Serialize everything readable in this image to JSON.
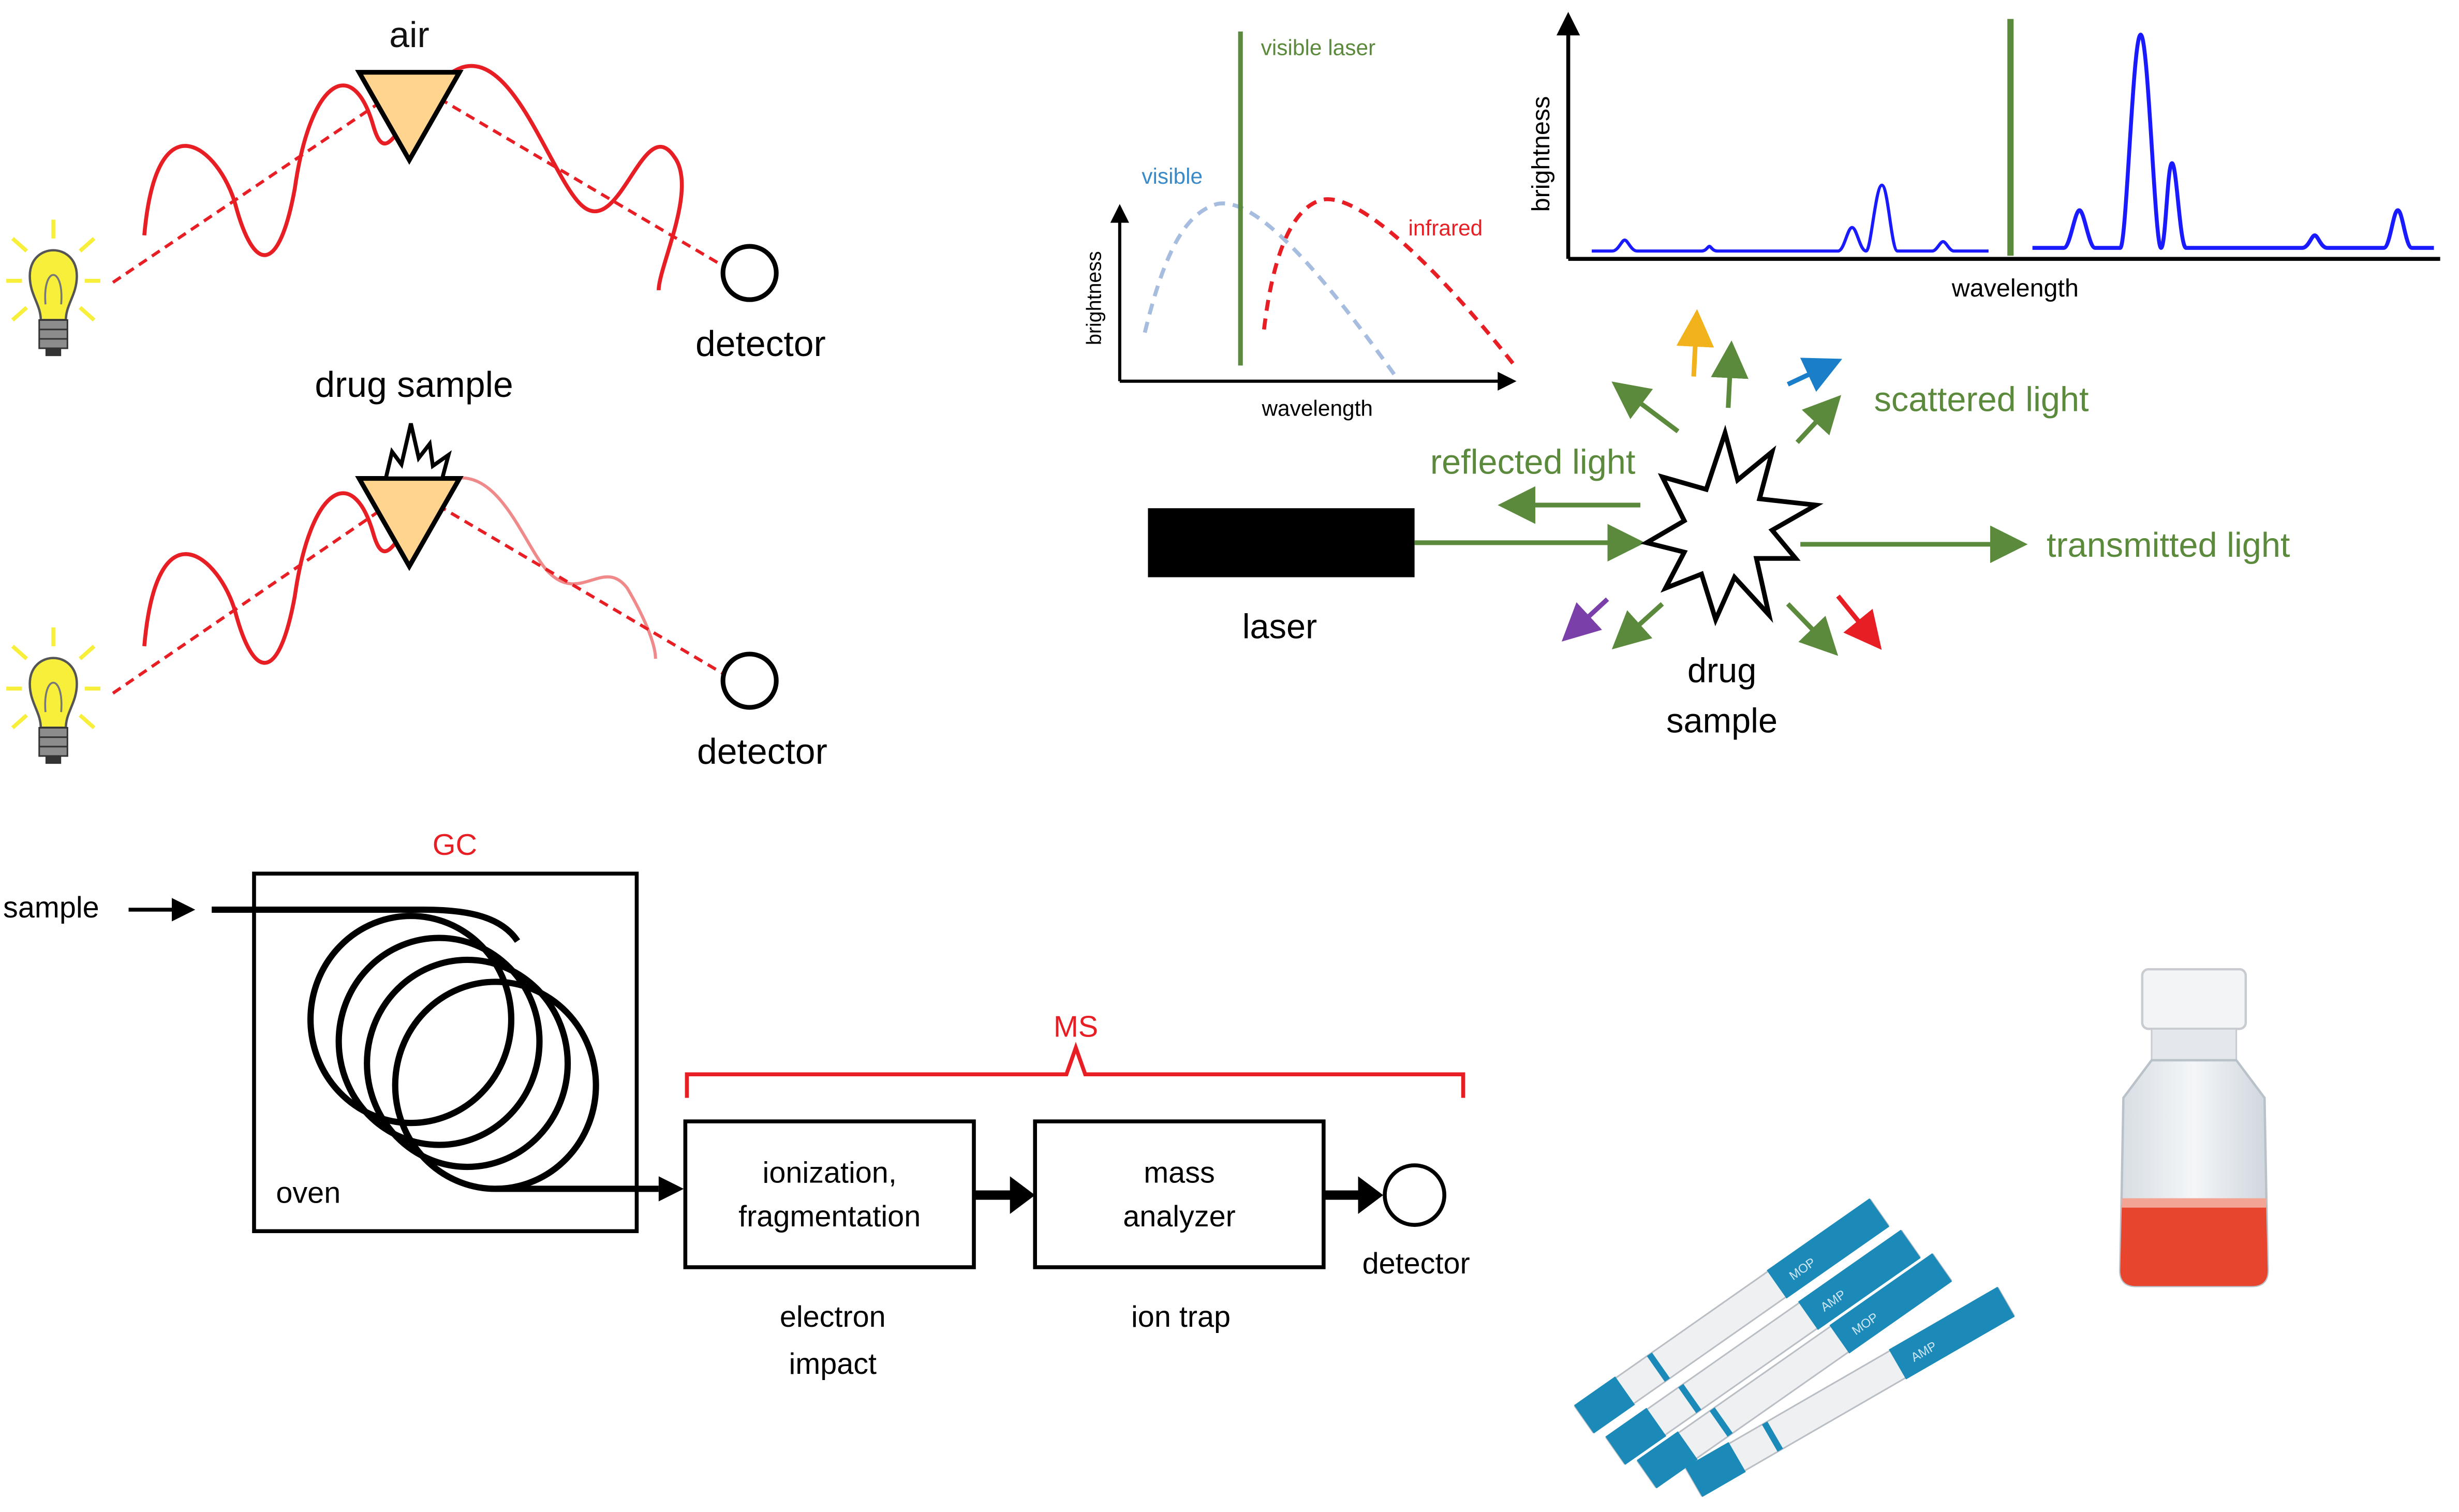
{
  "colors": {
    "wave_red": "#e81e25",
    "dashed_red": "#e81e25",
    "prism_fill": "#ffd48f",
    "bulb_yellow": "#f7ef3a",
    "green": "#5b8a3c",
    "visible_blue": "#a7bde0",
    "infrared_red": "#e81e25",
    "spectrum_blue": "#1a1aff",
    "gc_red": "#e81e25",
    "strip_blue": "#1b8ab8",
    "bottle_red": "#e8452e"
  },
  "absorption": {
    "top_label": "air",
    "top_detector": "detector",
    "bottom_label": "drug sample",
    "bottom_detector": "detector"
  },
  "spectra": {
    "small": {
      "visible_laser": "visible laser",
      "visible": "visible",
      "infrared": "infrared",
      "ylabel": "brightness",
      "xlabel": "wavelength"
    },
    "raman": {
      "ylabel": "brightness",
      "xlabel": "wavelength"
    }
  },
  "scattering": {
    "reflected": "reflected light",
    "scattered": "scattered light",
    "transmitted": "transmitted light",
    "laser": "laser",
    "drug_line1": "drug",
    "drug_line2": "sample"
  },
  "gcms": {
    "sample": "sample",
    "gc": "GC",
    "oven": "oven",
    "ms": "MS",
    "ionization_line1": "ionization,",
    "ionization_line2": "fragmentation",
    "mass_line1": "mass",
    "mass_line2": "analyzer",
    "detector": "detector",
    "electron_line1": "electron",
    "electron_line2": "impact",
    "ion_trap": "ion trap"
  },
  "test_strips": {
    "strip_labels": [
      "MOP",
      "AMP",
      "MOP",
      "AMP"
    ]
  }
}
